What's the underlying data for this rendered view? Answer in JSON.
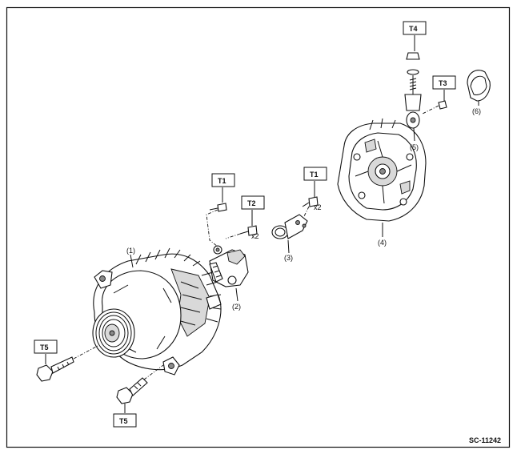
{
  "diagram_code": "SC-11242",
  "torque_tags": {
    "t1_upper": "T1",
    "t1_right": "T1",
    "t2": "T2",
    "t3": "T3",
    "t4": "T4",
    "t5_left": "T5",
    "t5_bottom": "T5"
  },
  "quantity_marks": {
    "x2_t2": "x2",
    "x2_t1": "x2"
  },
  "parts": {
    "p1": "(1)",
    "p2": "(2)",
    "p3": "(3)",
    "p4": "(4)",
    "p5": "(5)",
    "p6": "(6)"
  }
}
